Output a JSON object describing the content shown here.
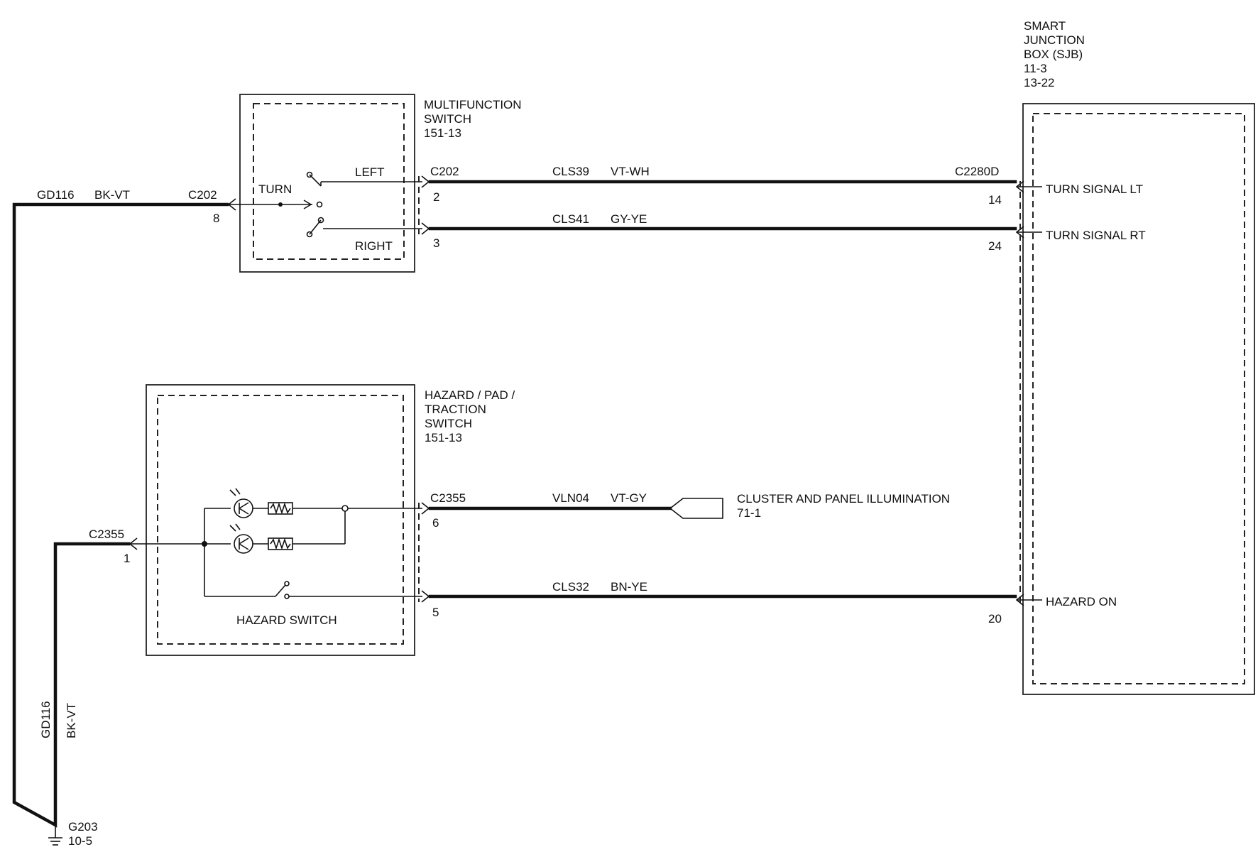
{
  "components": {
    "multifunction_switch": {
      "name": "MULTIFUNCTION",
      "name2": "SWITCH",
      "ref": "151-13",
      "turn": "TURN",
      "left": "LEFT",
      "right": "RIGHT"
    },
    "hazard_switch_module": {
      "name": "HAZARD / PAD /",
      "name2": "TRACTION",
      "name3": "SWITCH",
      "ref": "151-13",
      "switch_label": "HAZARD SWITCH"
    },
    "sjb": {
      "l1": "SMART",
      "l2": "JUNCTION",
      "l3": "BOX (SJB)",
      "l4": "11-3",
      "l5": "13-22",
      "connector": "C2280D",
      "pins": {
        "lt": "TURN SIGNAL LT",
        "rt": "TURN SIGNAL RT",
        "hazard": "HAZARD ON"
      },
      "pin_nums": {
        "lt": "14",
        "rt": "24",
        "hazard": "20"
      }
    },
    "cluster": {
      "name": "CLUSTER AND PANEL ILLUMINATION",
      "ref": "71-1"
    },
    "ground": {
      "name": "G203",
      "ref": "10-5"
    }
  },
  "wires": {
    "gd116_top": {
      "circuit": "GD116",
      "color": "BK-VT",
      "connector": "C202",
      "pin": "8"
    },
    "cls39": {
      "circuit": "CLS39",
      "color": "VT-WH",
      "connector": "C202",
      "pin": "2"
    },
    "cls41": {
      "circuit": "CLS41",
      "color": "GY-YE",
      "pin": "3"
    },
    "vln04": {
      "circuit": "VLN04",
      "color": "VT-GY",
      "connector": "C2355",
      "pin": "6"
    },
    "cls32": {
      "circuit": "CLS32",
      "color": "BN-YE",
      "pin": "5"
    },
    "gd116_hz": {
      "connector": "C2355",
      "pin": "1"
    },
    "gd116_vertical": {
      "circuit": "GD116",
      "color": "BK-VT"
    }
  }
}
